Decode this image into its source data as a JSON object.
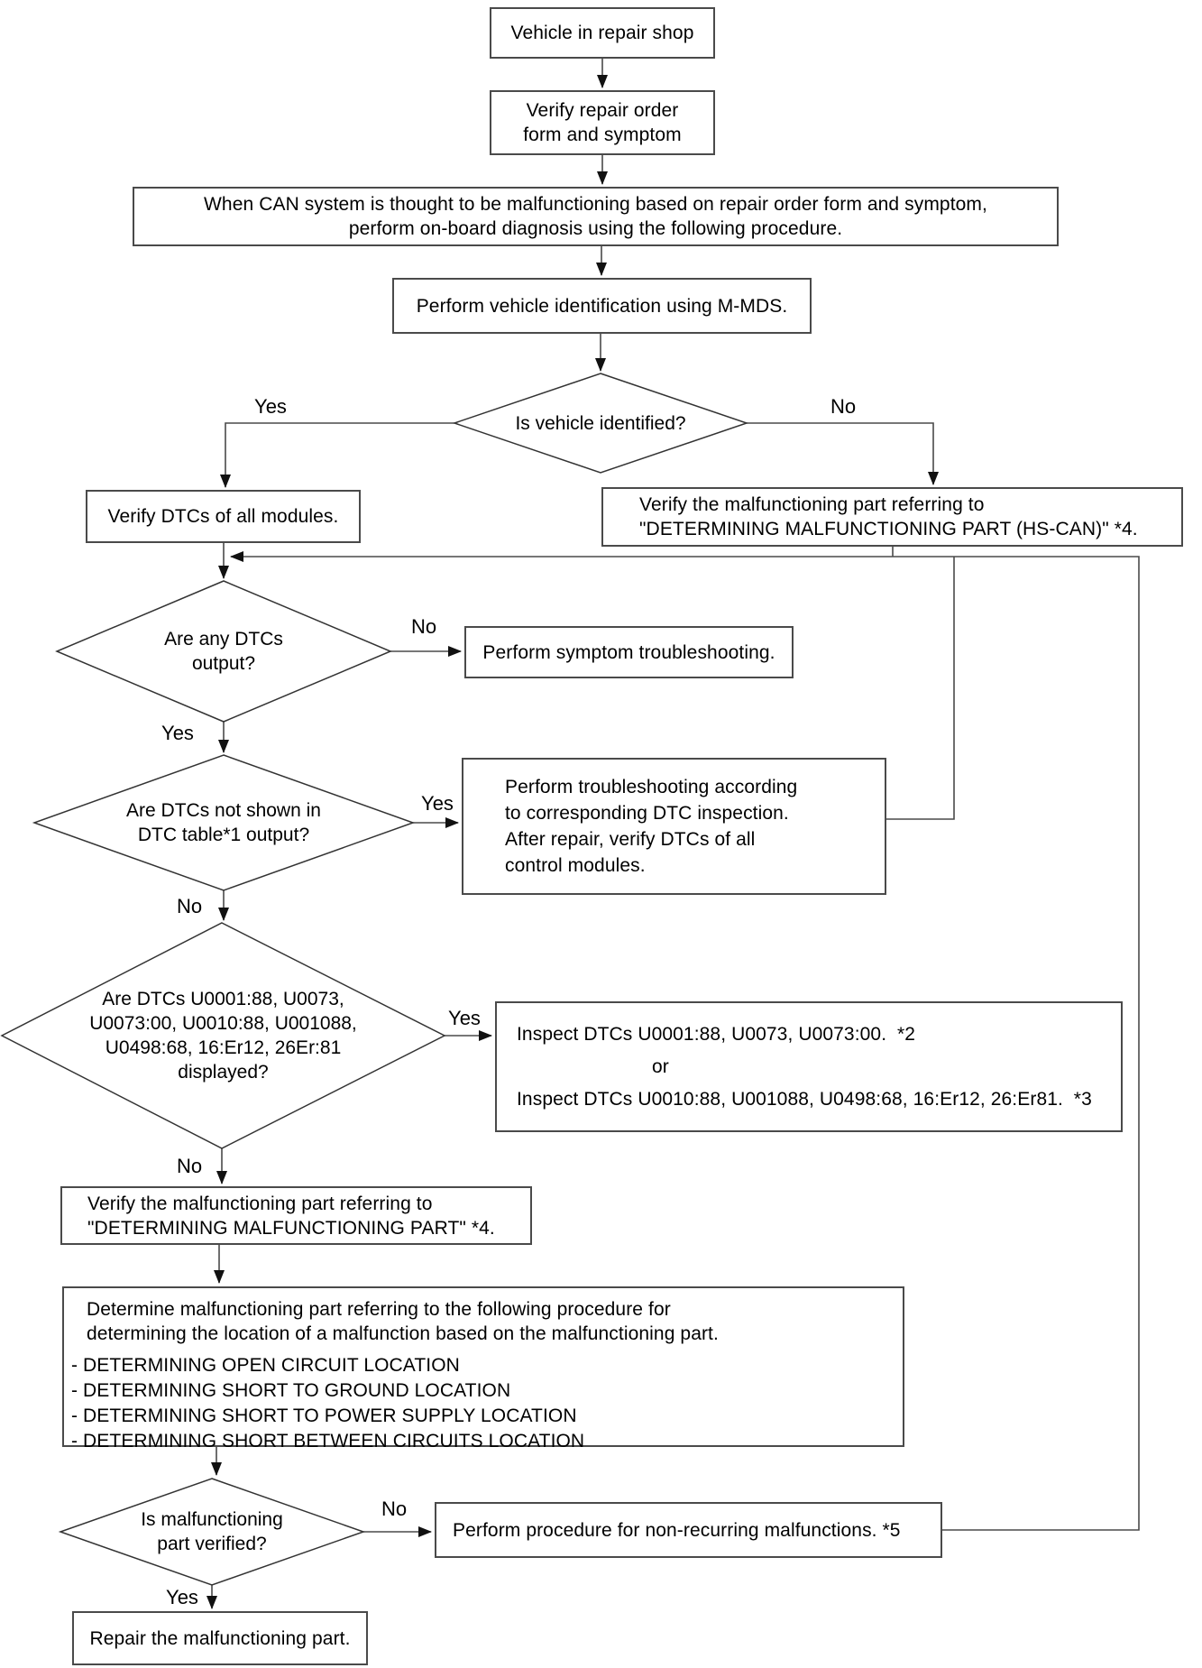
{
  "flowchart": {
    "nodes": {
      "vehicle_in_shop": {
        "text": "Vehicle in repair shop"
      },
      "verify_repair_order": {
        "text": "Verify repair order\nform and symptom"
      },
      "can_note": {
        "text": "When CAN system is thought to be malfunctioning based on repair order form and symptom,\nperform on-board diagnosis using the following procedure."
      },
      "vehicle_identification": {
        "text": "Perform vehicle identification using M-MDS."
      },
      "is_vehicle_identified": {
        "text": "Is vehicle identified?",
        "yes": "Yes",
        "no": "No"
      },
      "verify_dtcs_all_modules": {
        "text": "Verify DTCs of all modules."
      },
      "verify_part_hs_can": {
        "text": "Verify the malfunctioning part referring to\n\"DETERMINING MALFUNCTIONING PART (HS-CAN)\" *4."
      },
      "are_any_dtcs_output": {
        "text": "Are any DTCs\noutput?",
        "yes": "Yes",
        "no": "No"
      },
      "symptom_troubleshooting": {
        "text": "Perform symptom troubleshooting."
      },
      "dtcs_not_in_table": {
        "text": "Are DTCs not shown in\nDTC table*1 output?",
        "yes": "Yes",
        "no": "No"
      },
      "dtc_inspection": {
        "text": "Perform troubleshooting according\nto corresponding DTC inspection.\nAfter repair, verify DTCs of all\ncontrol modules."
      },
      "specific_dtcs_displayed": {
        "text": "Are DTCs U0001:88, U0073,\nU0073:00, U0010:88, U001088,\nU0498:68, 16:Er12, 26Er:81\ndisplayed?",
        "yes": "Yes",
        "no": "No"
      },
      "inspect_dtcs": {
        "line1": "Inspect DTCs U0001:88, U0073, U0073:00.  *2",
        "or_label": "or",
        "line2": "Inspect DTCs U0010:88, U001088, U0498:68, 16:Er12, 26:Er81.  *3"
      },
      "verify_part": {
        "text": "Verify the malfunctioning part referring to\n\"DETERMINING MALFUNCTIONING PART\" *4."
      },
      "determine_part": {
        "intro": "Determine malfunctioning part referring to the following procedure for\ndetermining the location of a malfunction based on the malfunctioning part.",
        "items": [
          "- DETERMINING OPEN CIRCUIT LOCATION",
          "- DETERMINING SHORT TO GROUND LOCATION",
          "- DETERMINING SHORT TO POWER SUPPLY LOCATION",
          "- DETERMINING SHORT BETWEEN CIRCUITS LOCATION"
        ]
      },
      "is_part_verified": {
        "text": "Is malfunctioning\npart verified?",
        "yes": "Yes",
        "no": "No"
      },
      "non_recurring": {
        "text": "Perform procedure for non-recurring malfunctions. *5"
      },
      "repair_part": {
        "text": "Repair the malfunctioning part."
      }
    },
    "colors": {
      "line": "#4a4a4a",
      "arrowhead": "#111111",
      "box_border": "#4a4a4a",
      "background": "#ffffff",
      "text": "#000000"
    }
  }
}
